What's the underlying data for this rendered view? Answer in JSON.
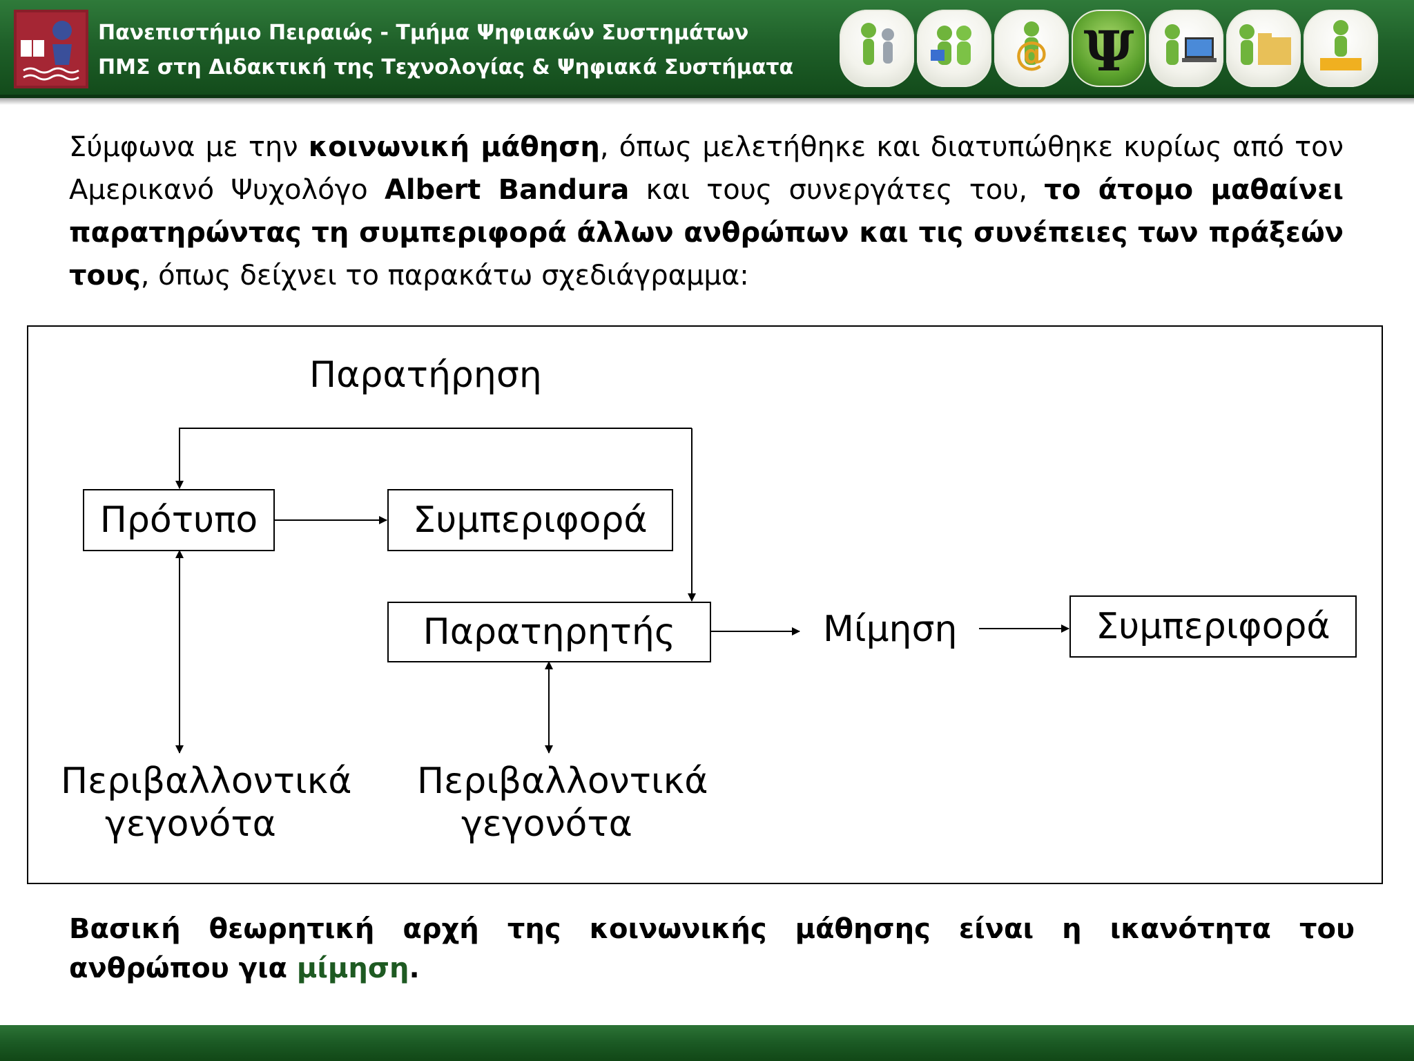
{
  "header": {
    "line1": "Πανεπιστήμιο Πειραιώς - Τμήμα Ψηφιακών Συστημάτων",
    "line2": "ΠΜΣ στη Διδακτική της Τεχνολογίας & Ψηφιακά Συστήματα",
    "icons": [
      "people-icon",
      "readers-icon",
      "at-sign-icon",
      "psi-icon",
      "laptop-icon",
      "folder-icon",
      "puzzle-icon"
    ],
    "psi_glyph": "Ψ",
    "at_glyph": "@",
    "brand_color": "#1f6029"
  },
  "intro": {
    "t1": "Σύμφωνα με την ",
    "b1": "κοινωνική μάθηση",
    "t2": ", όπως μελετήθηκε και διατυπώθηκε κυρίως από τον Αμερικανό Ψυχολόγο ",
    "b2": "Albert Bandura",
    "t3": " και τους συνεργάτες του, ",
    "b3": "το άτομο μαθαίνει παρατηρώντας τη συμπεριφορά άλλων ανθρώπων και τις συνέπειες των πράξεών τους",
    "t4": ", όπως δείχνει το παρακάτω σχεδιάγραμμα:"
  },
  "diagram": {
    "observation_label": "Παρατήρηση",
    "model": "Πρότυπο",
    "model_behavior": "Συμπεριφορά",
    "observer": "Παρατηρητής",
    "imitation": "Μίμηση",
    "result_behavior": "Συμπεριφορά",
    "env_events_left_1": "Περιβαλλοντικά",
    "env_events_left_2": "γεγονότα",
    "env_events_right_1": "Περιβαλλοντικά",
    "env_events_right_2": "γεγονότα"
  },
  "conclusion": {
    "text": "Βασική θεωρητική αρχή της κοινωνικής μάθησης είναι η ικανότητα του ανθρώπου για ",
    "highlight": "μίμηση",
    "end": ".",
    "highlight_color": "#1e5a22"
  }
}
